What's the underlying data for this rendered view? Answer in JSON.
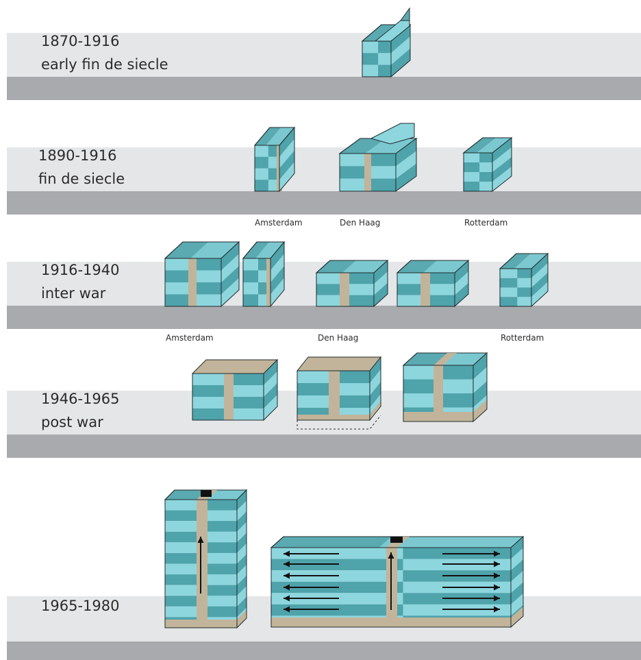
{
  "eras": [
    {
      "period": "1870-1916",
      "name": "early fin de siecle"
    },
    {
      "period": "1890-1916",
      "name": "fin de siecle"
    },
    {
      "period": "1916-1940",
      "name": "inter war"
    },
    {
      "period": "1946-1965",
      "name": "post war"
    },
    {
      "period": "1965-1980",
      "name": ""
    }
  ],
  "cities_row2": [
    "Amsterdam",
    "Den Haag",
    "Rotterdam"
  ],
  "cities_row3": [
    "Amsterdam",
    "Den Haag",
    "Rotterdam"
  ],
  "colors": {
    "band_light": "#e5e6e8",
    "band_dark": "#a9aaad",
    "facade_light": "#8dd6de",
    "facade_dark": "#4fa3ab",
    "roof": "#5ba9b1",
    "core": "#c2b49a",
    "outline": "#1f2a2c"
  }
}
